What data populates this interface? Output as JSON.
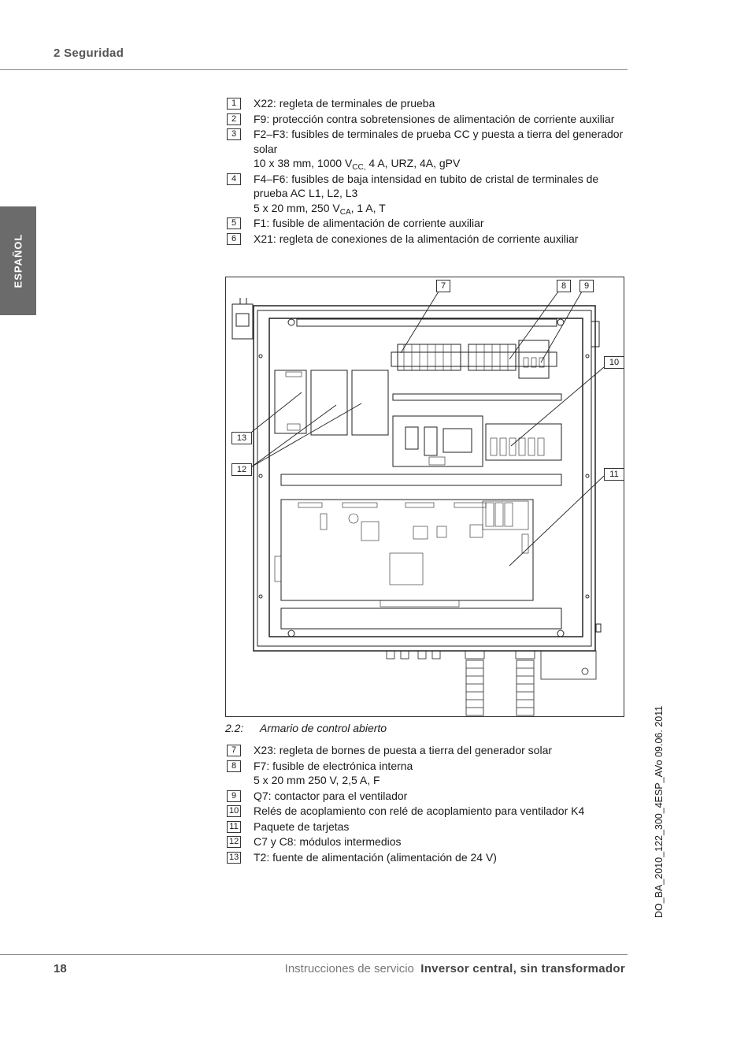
{
  "header": {
    "section_title": "2 Seguridad"
  },
  "language_tab": "ESPAÑOL",
  "legend_top": [
    {
      "num": "1",
      "lines": [
        "X22: regleta de terminales de prueba"
      ]
    },
    {
      "num": "2",
      "lines": [
        "F9: protección contra sobretensiones de alimentación de corriente auxiliar"
      ]
    },
    {
      "num": "3",
      "lines": [
        "F2–F3: fusibles de terminales de prueba CC y puesta a tierra del generador solar"
      ],
      "extra": {
        "pre": "10 x 38 mm, 1000 V",
        "sub": "CC,",
        "post": " 4 A, URZ, 4A, gPV"
      }
    },
    {
      "num": "4",
      "lines": [
        "F4–F6: fusibles de baja intensidad en tubito de cristal de terminales de prueba AC L1, L2, L3"
      ],
      "extra": {
        "pre": "5 x 20 mm, 250 V",
        "sub": "CA",
        "post": ", 1 A, T"
      }
    },
    {
      "num": "5",
      "lines": [
        "F1: fusible de alimentación de corriente auxiliar"
      ]
    },
    {
      "num": "6",
      "lines": [
        "X21: regleta de conexiones de la alimentación de corriente auxiliar"
      ]
    }
  ],
  "figure": {
    "callouts": [
      "7",
      "8",
      "9",
      "10",
      "11",
      "12",
      "13"
    ],
    "caption_number": "2.2:",
    "caption_text": "Armario de control abierto"
  },
  "legend_bottom": [
    {
      "num": "7",
      "lines": [
        "X23: regleta de bornes de puesta a tierra del generador solar"
      ]
    },
    {
      "num": "8",
      "lines": [
        "F7: fusible de electrónica interna",
        "5 x 20 mm 250 V, 2,5 A, F"
      ]
    },
    {
      "num": "9",
      "lines": [
        "Q7: contactor para el ventilador"
      ]
    },
    {
      "num": "10",
      "lines": [
        "Relés de acoplamiento con relé de acoplamiento para ventilador K4"
      ]
    },
    {
      "num": "11",
      "lines": [
        "Paquete de tarjetas"
      ]
    },
    {
      "num": "12",
      "lines": [
        "C7 y C8: módulos intermedios"
      ]
    },
    {
      "num": "13",
      "lines": [
        "T2: fuente de alimentación (alimentación de 24 V)"
      ]
    }
  ],
  "side_text": "DO_BA_2010_122_300_4ESP_AVo   09.06. 2011",
  "footer": {
    "page_number": "18",
    "doc_type": "Instrucciones de servicio",
    "product": "Inversor central, sin transformador"
  }
}
